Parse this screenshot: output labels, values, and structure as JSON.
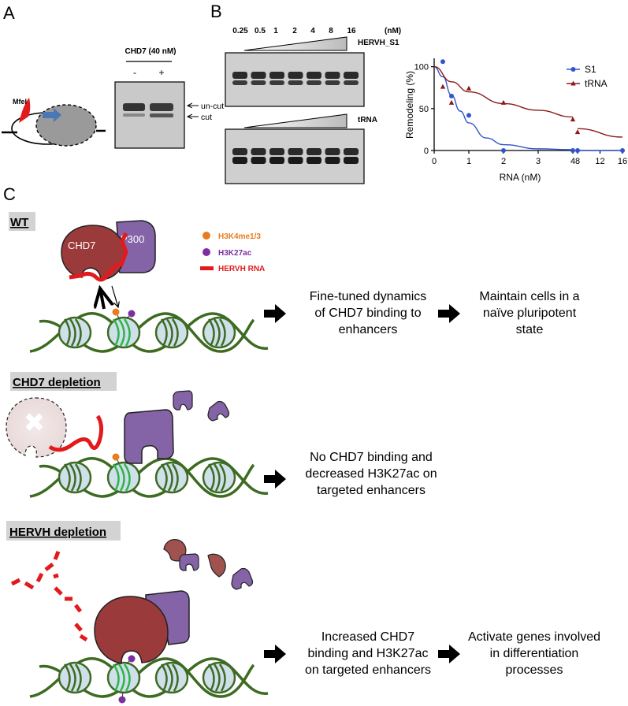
{
  "panels": {
    "a": "A",
    "b": "B",
    "c": "C"
  },
  "panel_a": {
    "enzyme_label": "MfeI",
    "gel_title": "CHD7 (40 nM)",
    "lane_minus": "-",
    "lane_plus": "+",
    "band_uncut": "un-cut",
    "band_cut": "cut"
  },
  "panel_b_gel": {
    "concentrations": [
      "0.25",
      "0.5",
      "1",
      "2",
      "4",
      "8",
      "16"
    ],
    "unit": "(nM)",
    "gel1_label": "HERVH_S1",
    "gel2_label": "tRNA"
  },
  "chart_data": {
    "type": "scatter",
    "xlabel": "RNA (nM)",
    "ylabel": "Remodeling (%)",
    "x_ticks_left": [
      "0",
      "1",
      "2",
      "3",
      "4"
    ],
    "x_ticks_right": [
      "8",
      "12",
      "16"
    ],
    "y_ticks": [
      "0",
      "50",
      "100"
    ],
    "ylim": [
      0,
      110
    ],
    "axis_break": [
      4,
      8
    ],
    "legend_placement": "top-right",
    "series": [
      {
        "name": "S1",
        "color": "#3355cc",
        "marker": "circle",
        "x": [
          0.25,
          0.5,
          1,
          2,
          4,
          8,
          16
        ],
        "y": [
          106,
          65,
          42,
          0,
          0,
          0,
          0
        ],
        "fit_x": [
          0,
          0.25,
          0.5,
          0.75,
          1,
          1.5,
          2,
          3,
          4,
          8,
          16
        ],
        "fit_y": [
          100,
          88,
          66,
          47,
          33,
          15,
          7,
          2,
          1,
          0,
          0
        ]
      },
      {
        "name": "tRNA",
        "color": "#8b1a1a",
        "marker": "triangle",
        "x": [
          0.25,
          0.5,
          1,
          2,
          4,
          8
        ],
        "y": [
          76,
          57,
          74,
          57,
          37,
          22
        ],
        "fit_x": [
          0,
          0.5,
          1,
          2,
          3,
          4,
          8,
          16
        ],
        "fit_y": [
          100,
          82,
          70,
          56,
          48,
          40,
          26,
          16
        ]
      }
    ]
  },
  "legend": {
    "h3k4": "H3K4me1/3",
    "h3k27": "H3K27ac",
    "hervh": "HERVH RNA",
    "h3k4_color": "#e87c1e",
    "h3k27_color": "#7b2fa0",
    "hervh_color": "#e31a1c"
  },
  "rows": {
    "wt": {
      "title": "WT",
      "chd7": "CHD7",
      "p300": "P300",
      "outcome1": "Fine-tuned dynamics\nof CHD7 binding to\nenhancers",
      "outcome2": "Maintain cells in a\nnaïve  pluripotent\nstate"
    },
    "chd7": {
      "title": "CHD7 depletion",
      "outcome1": "No CHD7 binding and\ndecreased H3K27ac on\ntargeted enhancers"
    },
    "hervh": {
      "title": "HERVH depletion",
      "outcome1": "Increased CHD7\nbinding and H3K27ac\non targeted enhancers",
      "outcome2": "Activate genes involved\nin differentiation\nprocesses"
    }
  }
}
